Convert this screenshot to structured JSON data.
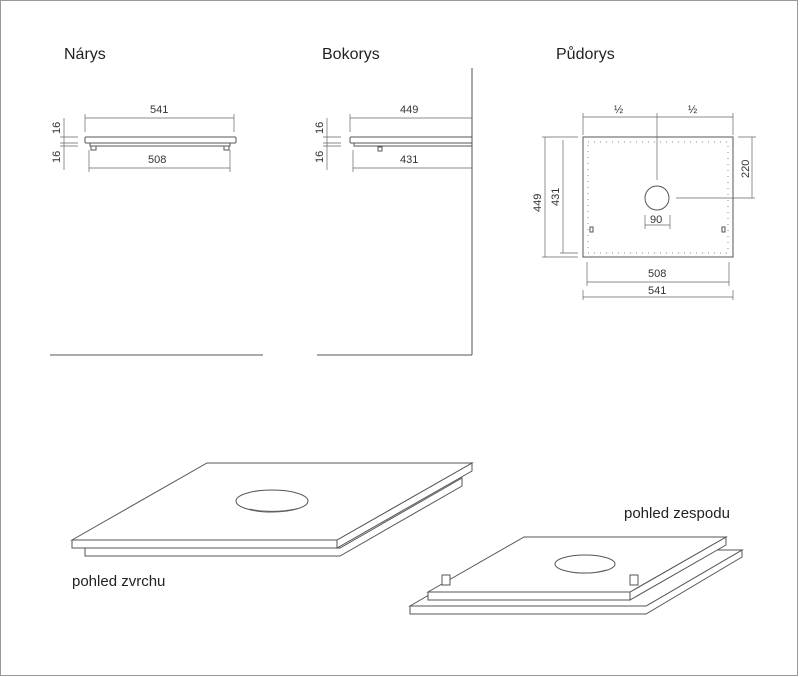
{
  "views": {
    "front": {
      "title": "Nárys",
      "dim_top": "541",
      "dim_bottom": "508",
      "dim_h1": "16",
      "dim_h2": "16"
    },
    "side": {
      "title": "Bokorys",
      "dim_top": "449",
      "dim_bottom": "431",
      "dim_h1": "16",
      "dim_h2": "16"
    },
    "plan": {
      "title": "Půdorys",
      "dim_half_left": "½",
      "dim_half_right": "½",
      "dim_hole_offset": "220",
      "dim_hole_diameter": "90",
      "dim_depth_outer": "449",
      "dim_depth_inner": "431",
      "dim_width_inner": "508",
      "dim_width_outer": "541"
    }
  },
  "iso": {
    "top_label": "pohled zvrchu",
    "bottom_label": "pohled zespodu"
  }
}
